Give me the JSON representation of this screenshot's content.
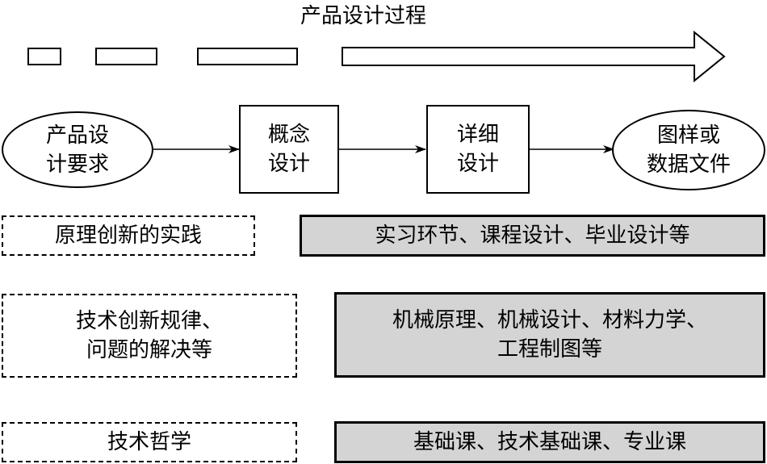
{
  "title": "产品设计过程",
  "flow": {
    "start": [
      "产品设",
      "计要求"
    ],
    "step1": [
      "概念",
      "设计"
    ],
    "step2": [
      "详细",
      "设计"
    ],
    "end": [
      "图样或",
      "数据文件"
    ]
  },
  "rows": [
    {
      "left": [
        "原理创新的实践"
      ],
      "right": [
        "实习环节、课程设计、毕业设计等"
      ]
    },
    {
      "left": [
        "技术创新规律、",
        "问题的解决等"
      ],
      "right": [
        "机械原理、机械设计、材料力学、",
        "工程制图等"
      ]
    },
    {
      "left": [
        "技术哲学"
      ],
      "right": [
        "基础课、技术基础课、专业课"
      ]
    }
  ]
}
